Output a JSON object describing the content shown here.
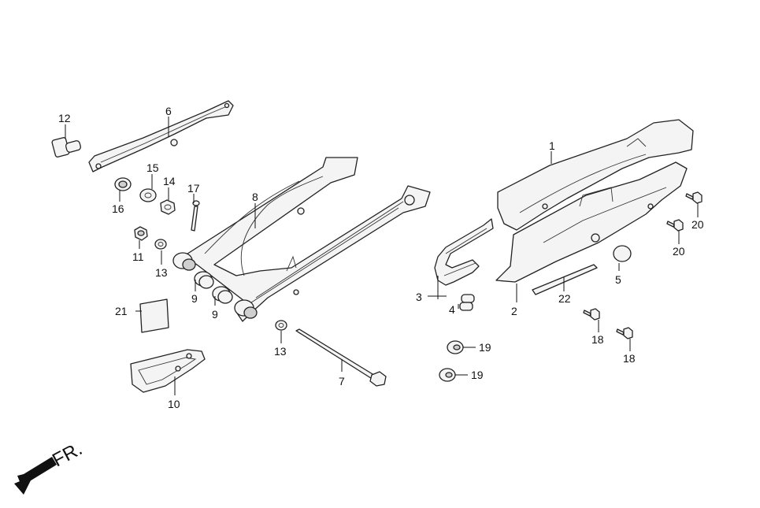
{
  "callouts": [
    "1",
    "2",
    "3",
    "4",
    "5",
    "6",
    "7",
    "8",
    "9",
    "9",
    "10",
    "11",
    "12",
    "13",
    "13",
    "14",
    "15",
    "16",
    "17",
    "18",
    "18",
    "19",
    "19",
    "20",
    "20",
    "21",
    "22"
  ],
  "direction_label": "FR.",
  "colors": {
    "line": "#222222",
    "fill": "#f4f4f4",
    "background": "#ffffff"
  }
}
